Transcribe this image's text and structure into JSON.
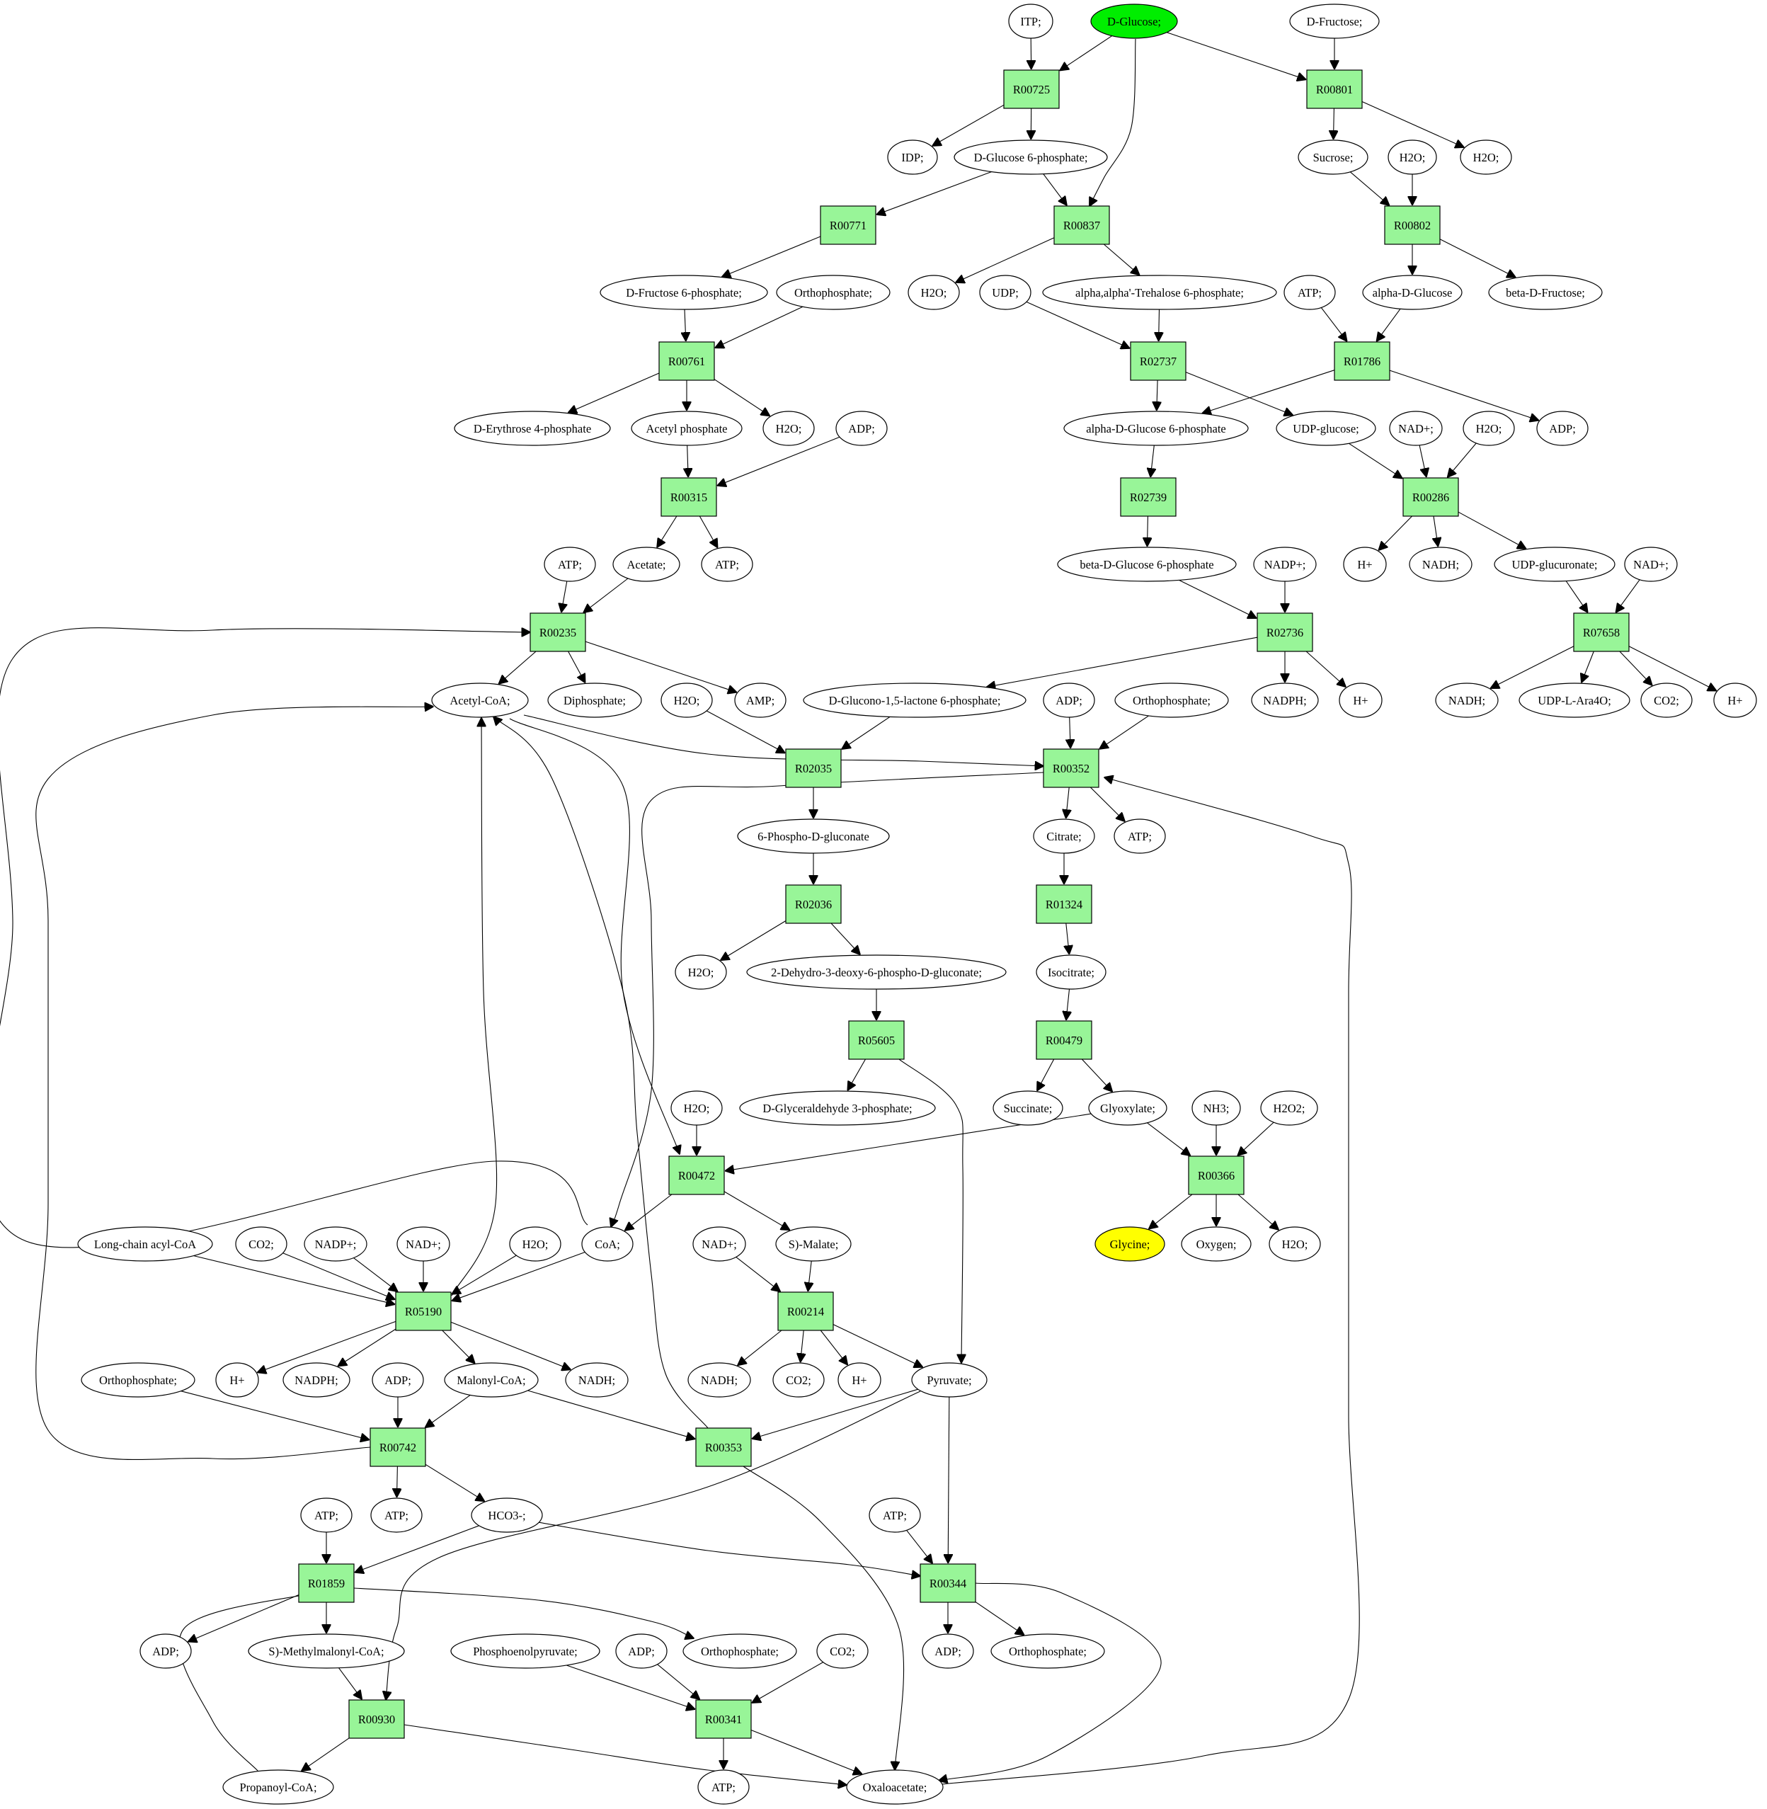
{
  "colors": {
    "reaction_fill": "#98f598",
    "start_fill": "#00ee00",
    "target_fill": "#ffff00",
    "stroke": "#000000"
  },
  "reactions": [
    {
      "id": "r00725",
      "label": "R00725"
    },
    {
      "id": "r00801",
      "label": "R00801"
    },
    {
      "id": "r00771",
      "label": "R00771"
    },
    {
      "id": "r00837",
      "label": "R00837"
    },
    {
      "id": "r00802",
      "label": "R00802"
    },
    {
      "id": "r00761",
      "label": "R00761"
    },
    {
      "id": "r02737",
      "label": "R02737"
    },
    {
      "id": "r01786",
      "label": "R01786"
    },
    {
      "id": "r00315",
      "label": "R00315"
    },
    {
      "id": "r02739",
      "label": "R02739"
    },
    {
      "id": "r00286",
      "label": "R00286"
    },
    {
      "id": "r00235",
      "label": "R00235"
    },
    {
      "id": "r02736",
      "label": "R02736"
    },
    {
      "id": "r07658",
      "label": "R07658"
    },
    {
      "id": "r02035",
      "label": "R02035"
    },
    {
      "id": "r00352",
      "label": "R00352"
    },
    {
      "id": "r02036",
      "label": "R02036"
    },
    {
      "id": "r01324",
      "label": "R01324"
    },
    {
      "id": "r05605",
      "label": "R05605"
    },
    {
      "id": "r00479",
      "label": "R00479"
    },
    {
      "id": "r00472",
      "label": "R00472"
    },
    {
      "id": "r00366",
      "label": "R00366"
    },
    {
      "id": "r05190",
      "label": "R05190"
    },
    {
      "id": "r00214",
      "label": "R00214"
    },
    {
      "id": "r00742",
      "label": "R00742"
    },
    {
      "id": "r00353",
      "label": "R00353"
    },
    {
      "id": "r01859",
      "label": "R01859"
    },
    {
      "id": "r00344",
      "label": "R00344"
    },
    {
      "id": "r00930",
      "label": "R00930"
    },
    {
      "id": "r00341",
      "label": "R00341"
    }
  ],
  "metabolites": [
    {
      "id": "m_itp",
      "label": "ITP;"
    },
    {
      "id": "m_dglucose",
      "label": "D-Glucose;",
      "role": "start"
    },
    {
      "id": "m_dfructose",
      "label": "D-Fructose;"
    },
    {
      "id": "m_idp",
      "label": "IDP;"
    },
    {
      "id": "m_dg6p",
      "label": "D-Glucose 6-phosphate;"
    },
    {
      "id": "m_sucrose",
      "label": "Sucrose;"
    },
    {
      "id": "m_h2o_a",
      "label": "H2O;"
    },
    {
      "id": "m_h2o_b",
      "label": "H2O;"
    },
    {
      "id": "m_df6p",
      "label": "D-Fructose 6-phosphate;"
    },
    {
      "id": "m_pi_a",
      "label": "Orthophosphate;"
    },
    {
      "id": "m_h2o_c",
      "label": "H2O;"
    },
    {
      "id": "m_udp",
      "label": "UDP;"
    },
    {
      "id": "m_tre6p",
      "label": "alpha,alpha'-Trehalose 6-phosphate;"
    },
    {
      "id": "m_atp_a",
      "label": "ATP;"
    },
    {
      "id": "m_adglc",
      "label": "alpha-D-Glucose"
    },
    {
      "id": "m_bdfru",
      "label": "beta-D-Fructose;"
    },
    {
      "id": "m_e4p",
      "label": "D-Erythrose 4-phosphate"
    },
    {
      "id": "m_acp",
      "label": "Acetyl phosphate"
    },
    {
      "id": "m_h2o_d",
      "label": "H2O;"
    },
    {
      "id": "m_adp_a",
      "label": "ADP;"
    },
    {
      "id": "m_adg6p",
      "label": "alpha-D-Glucose 6-phosphate"
    },
    {
      "id": "m_udpglc",
      "label": "UDP-glucose;"
    },
    {
      "id": "m_nad_a",
      "label": "NAD+;"
    },
    {
      "id": "m_h2o_e",
      "label": "H2O;"
    },
    {
      "id": "m_adp_b",
      "label": "ADP;"
    },
    {
      "id": "m_atp_b",
      "label": "ATP;"
    },
    {
      "id": "m_acetate",
      "label": "Acetate;"
    },
    {
      "id": "m_atp_c",
      "label": "ATP;"
    },
    {
      "id": "m_bdg6p",
      "label": "beta-D-Glucose 6-phosphate"
    },
    {
      "id": "m_nadp_a",
      "label": "NADP+;"
    },
    {
      "id": "m_h_a",
      "label": "H+"
    },
    {
      "id": "m_nadh_a",
      "label": "NADH;"
    },
    {
      "id": "m_udpgluc",
      "label": "UDP-glucuronate;"
    },
    {
      "id": "m_nad_b",
      "label": "NAD+;"
    },
    {
      "id": "m_accoa",
      "label": "Acetyl-CoA;"
    },
    {
      "id": "m_ppi",
      "label": "Diphosphate;"
    },
    {
      "id": "m_h2o_f",
      "label": "H2O;"
    },
    {
      "id": "m_amp",
      "label": "AMP;"
    },
    {
      "id": "m_glcl6p",
      "label": "D-Glucono-1,5-lactone 6-phosphate;"
    },
    {
      "id": "m_adp_c",
      "label": "ADP;"
    },
    {
      "id": "m_pi_b",
      "label": "Orthophosphate;"
    },
    {
      "id": "m_nadph_a",
      "label": "NADPH;"
    },
    {
      "id": "m_h_b",
      "label": "H+"
    },
    {
      "id": "m_nadh_b",
      "label": "NADH;"
    },
    {
      "id": "m_udpara",
      "label": "UDP-L-Ara4O;"
    },
    {
      "id": "m_co2_a",
      "label": "CO2;"
    },
    {
      "id": "m_h_c",
      "label": "H+"
    },
    {
      "id": "m_6pg",
      "label": "6-Phospho-D-gluconate"
    },
    {
      "id": "m_citrate",
      "label": "Citrate;"
    },
    {
      "id": "m_atp_d",
      "label": "ATP;"
    },
    {
      "id": "m_h2o_g",
      "label": "H2O;"
    },
    {
      "id": "m_kdpg",
      "label": "2-Dehydro-3-deoxy-6-phospho-D-gluconate;"
    },
    {
      "id": "m_isocit",
      "label": "Isocitrate;"
    },
    {
      "id": "m_g3p",
      "label": "D-Glyceraldehyde 3-phosphate;"
    },
    {
      "id": "m_h2o_h",
      "label": "H2O;"
    },
    {
      "id": "m_succ",
      "label": "Succinate;"
    },
    {
      "id": "m_glyox",
      "label": "Glyoxylate;"
    },
    {
      "id": "m_nh3",
      "label": "NH3;"
    },
    {
      "id": "m_h2o2",
      "label": "H2O2;"
    },
    {
      "id": "m_lcacoa",
      "label": "Long-chain acyl-CoA"
    },
    {
      "id": "m_co2_b",
      "label": "CO2;"
    },
    {
      "id": "m_nadp_b",
      "label": "NADP+;"
    },
    {
      "id": "m_nad_c",
      "label": "NAD+;"
    },
    {
      "id": "m_h2o_i",
      "label": "H2O;"
    },
    {
      "id": "m_coa",
      "label": "CoA;"
    },
    {
      "id": "m_nad_d",
      "label": "NAD+;"
    },
    {
      "id": "m_malate",
      "label": "S)-Malate;"
    },
    {
      "id": "m_glycine",
      "label": "Glycine;",
      "role": "target"
    },
    {
      "id": "m_oxygen",
      "label": "Oxygen;"
    },
    {
      "id": "m_h2o_j",
      "label": "H2O;"
    },
    {
      "id": "m_pi_c",
      "label": "Orthophosphate;"
    },
    {
      "id": "m_h_d",
      "label": "H+"
    },
    {
      "id": "m_nadph_b",
      "label": "NADPH;"
    },
    {
      "id": "m_adp_d",
      "label": "ADP;"
    },
    {
      "id": "m_malcoa",
      "label": "Malonyl-CoA;"
    },
    {
      "id": "m_nadh_c",
      "label": "NADH;"
    },
    {
      "id": "m_nadh_d",
      "label": "NADH;"
    },
    {
      "id": "m_co2_c",
      "label": "CO2;"
    },
    {
      "id": "m_h_e",
      "label": "H+"
    },
    {
      "id": "m_pyruvate",
      "label": "Pyruvate;"
    },
    {
      "id": "m_atp_e",
      "label": "ATP;"
    },
    {
      "id": "m_atp_f",
      "label": "ATP;"
    },
    {
      "id": "m_hco3",
      "label": "HCO3-;"
    },
    {
      "id": "m_atp_g",
      "label": "ATP;"
    },
    {
      "id": "m_adp_e",
      "label": "ADP;"
    },
    {
      "id": "m_smmcoa",
      "label": "S)-Methylmalonyl-CoA;"
    },
    {
      "id": "m_pi_d",
      "label": "Orthophosphate;"
    },
    {
      "id": "m_pep",
      "label": "Phosphoenolpyruvate;"
    },
    {
      "id": "m_adp_f",
      "label": "ADP;"
    },
    {
      "id": "m_co2_d",
      "label": "CO2;"
    },
    {
      "id": "m_adp_g",
      "label": "ADP;"
    },
    {
      "id": "m_pi_e",
      "label": "Orthophosphate;"
    },
    {
      "id": "m_propcoa",
      "label": "Propanoyl-CoA;"
    },
    {
      "id": "m_atp_h",
      "label": "ATP;"
    },
    {
      "id": "m_oaa",
      "label": "Oxaloacetate;"
    }
  ],
  "edges": [
    [
      "m_itp",
      "r00725"
    ],
    [
      "m_dglucose",
      "r00725"
    ],
    [
      "r00725",
      "m_idp"
    ],
    [
      "r00725",
      "m_dg6p"
    ],
    [
      "m_dglucose",
      "r00837"
    ],
    [
      "m_dglucose",
      "r00801"
    ],
    [
      "m_dfructose",
      "r00801"
    ],
    [
      "r00801",
      "m_sucrose"
    ],
    [
      "r00801",
      "m_h2o_b"
    ],
    [
      "m_dg6p",
      "r00771"
    ],
    [
      "m_dg6p",
      "r00837"
    ],
    [
      "m_sucrose",
      "r00802"
    ],
    [
      "m_h2o_a",
      "r00802"
    ],
    [
      "r00802",
      "m_adglc"
    ],
    [
      "r00802",
      "m_bdfru"
    ],
    [
      "r00771",
      "m_df6p"
    ],
    [
      "r00837",
      "m_h2o_c"
    ],
    [
      "r00837",
      "m_tre6p"
    ],
    [
      "m_df6p",
      "r00761"
    ],
    [
      "m_pi_a",
      "r00761"
    ],
    [
      "r00761",
      "m_e4p"
    ],
    [
      "r00761",
      "m_acp"
    ],
    [
      "r00761",
      "m_h2o_d"
    ],
    [
      "m_udp",
      "r02737"
    ],
    [
      "m_tre6p",
      "r02737"
    ],
    [
      "r02737",
      "m_adg6p"
    ],
    [
      "r02737",
      "m_udpglc"
    ],
    [
      "m_atp_a",
      "r01786"
    ],
    [
      "m_adglc",
      "r01786"
    ],
    [
      "r01786",
      "m_adg6p"
    ],
    [
      "r01786",
      "m_adp_b"
    ],
    [
      "m_acp",
      "r00315"
    ],
    [
      "m_adp_a",
      "r00315"
    ],
    [
      "r00315",
      "m_acetate"
    ],
    [
      "r00315",
      "m_atp_c"
    ],
    [
      "m_adg6p",
      "r02739"
    ],
    [
      "r02739",
      "m_bdg6p"
    ],
    [
      "m_udpglc",
      "r00286"
    ],
    [
      "m_nad_a",
      "r00286"
    ],
    [
      "m_h2o_e",
      "r00286"
    ],
    [
      "r00286",
      "m_h_a"
    ],
    [
      "r00286",
      "m_nadh_a"
    ],
    [
      "r00286",
      "m_udpgluc"
    ],
    [
      "m_atp_b",
      "r00235"
    ],
    [
      "m_acetate",
      "r00235"
    ],
    [
      "r00235",
      "m_accoa"
    ],
    [
      "r00235",
      "m_ppi"
    ],
    [
      "r00235",
      "m_amp"
    ],
    [
      "m_bdg6p",
      "r02736"
    ],
    [
      "m_nadp_a",
      "r02736"
    ],
    [
      "r02736",
      "m_glcl6p"
    ],
    [
      "r02736",
      "m_nadph_a"
    ],
    [
      "r02736",
      "m_h_b"
    ],
    [
      "m_udpgluc",
      "r07658"
    ],
    [
      "m_nad_b",
      "r07658"
    ],
    [
      "r07658",
      "m_nadh_b"
    ],
    [
      "r07658",
      "m_udpara"
    ],
    [
      "r07658",
      "m_co2_a"
    ],
    [
      "r07658",
      "m_h_c"
    ],
    [
      "m_glcl6p",
      "r02035"
    ],
    [
      "m_h2o_f",
      "r02035"
    ],
    [
      "r02035",
      "m_6pg"
    ],
    [
      "m_accoa",
      "r00352"
    ],
    [
      "m_adp_c",
      "r00352"
    ],
    [
      "m_pi_b",
      "r00352"
    ],
    [
      "r00352",
      "m_citrate"
    ],
    [
      "r00352",
      "m_atp_d"
    ],
    [
      "r00352",
      "m_coa"
    ],
    [
      "m_6pg",
      "r02036"
    ],
    [
      "r02036",
      "m_h2o_g"
    ],
    [
      "r02036",
      "m_kdpg"
    ],
    [
      "m_citrate",
      "r01324"
    ],
    [
      "r01324",
      "m_isocit"
    ],
    [
      "m_kdpg",
      "r05605"
    ],
    [
      "r05605",
      "m_g3p"
    ],
    [
      "r05605",
      "m_pyruvate"
    ],
    [
      "m_isocit",
      "r00479"
    ],
    [
      "r00479",
      "m_succ"
    ],
    [
      "r00479",
      "m_glyox"
    ],
    [
      "m_glyox",
      "r00472"
    ],
    [
      "m_h2o_h",
      "r00472"
    ],
    [
      "m_accoa",
      "r00472"
    ],
    [
      "r00472",
      "m_coa"
    ],
    [
      "r00472",
      "m_malate"
    ],
    [
      "m_glyox",
      "r00366"
    ],
    [
      "m_nh3",
      "r00366"
    ],
    [
      "m_h2o2",
      "r00366"
    ],
    [
      "r00366",
      "m_glycine"
    ],
    [
      "r00366",
      "m_oxygen"
    ],
    [
      "r00366",
      "m_h2o_j"
    ],
    [
      "m_lcacoa",
      "r05190"
    ],
    [
      "m_co2_b",
      "r05190"
    ],
    [
      "m_nadp_b",
      "r05190"
    ],
    [
      "m_nad_c",
      "r05190"
    ],
    [
      "m_h2o_i",
      "r05190"
    ],
    [
      "m_coa",
      "r05190"
    ],
    [
      "r05190",
      "m_accoa"
    ],
    [
      "r05190",
      "m_h_d"
    ],
    [
      "r05190",
      "m_nadph_b"
    ],
    [
      "r05190",
      "m_malcoa"
    ],
    [
      "r05190",
      "m_nadh_c"
    ],
    [
      "m_coa",
      "r00235"
    ],
    [
      "m_nad_d",
      "r00214"
    ],
    [
      "m_malate",
      "r00214"
    ],
    [
      "r00214",
      "m_nadh_d"
    ],
    [
      "r00214",
      "m_co2_c"
    ],
    [
      "r00214",
      "m_h_e"
    ],
    [
      "r00214",
      "m_pyruvate"
    ],
    [
      "m_pi_c",
      "r00742"
    ],
    [
      "m_adp_d",
      "r00742"
    ],
    [
      "m_malcoa",
      "r00742"
    ],
    [
      "r00742",
      "m_accoa"
    ],
    [
      "r00742",
      "m_atp_e"
    ],
    [
      "r00742",
      "m_hco3"
    ],
    [
      "m_malcoa",
      "r00353"
    ],
    [
      "m_pyruvate",
      "r00353"
    ],
    [
      "r00353",
      "m_accoa"
    ],
    [
      "r00353",
      "m_oaa"
    ],
    [
      "m_atp_f",
      "r01859"
    ],
    [
      "m_hco3",
      "r01859"
    ],
    [
      "m_propcoa",
      "r01859"
    ],
    [
      "r01859",
      "m_adp_e"
    ],
    [
      "r01859",
      "m_smmcoa"
    ],
    [
      "r01859",
      "m_pi_d"
    ],
    [
      "m_pyruvate",
      "r00344"
    ],
    [
      "m_atp_g",
      "r00344"
    ],
    [
      "m_hco3",
      "r00344"
    ],
    [
      "r00344",
      "m_adp_g"
    ],
    [
      "r00344",
      "m_pi_e"
    ],
    [
      "r00344",
      "m_oaa"
    ],
    [
      "m_smmcoa",
      "r00930"
    ],
    [
      "m_pyruvate",
      "r00930"
    ],
    [
      "r00930",
      "m_propcoa"
    ],
    [
      "r00930",
      "m_oaa"
    ],
    [
      "m_pep",
      "r00341"
    ],
    [
      "m_adp_f",
      "r00341"
    ],
    [
      "m_co2_d",
      "r00341"
    ],
    [
      "r00341",
      "m_atp_h"
    ],
    [
      "r00341",
      "m_oaa"
    ],
    [
      "m_oaa",
      "r00352"
    ]
  ]
}
